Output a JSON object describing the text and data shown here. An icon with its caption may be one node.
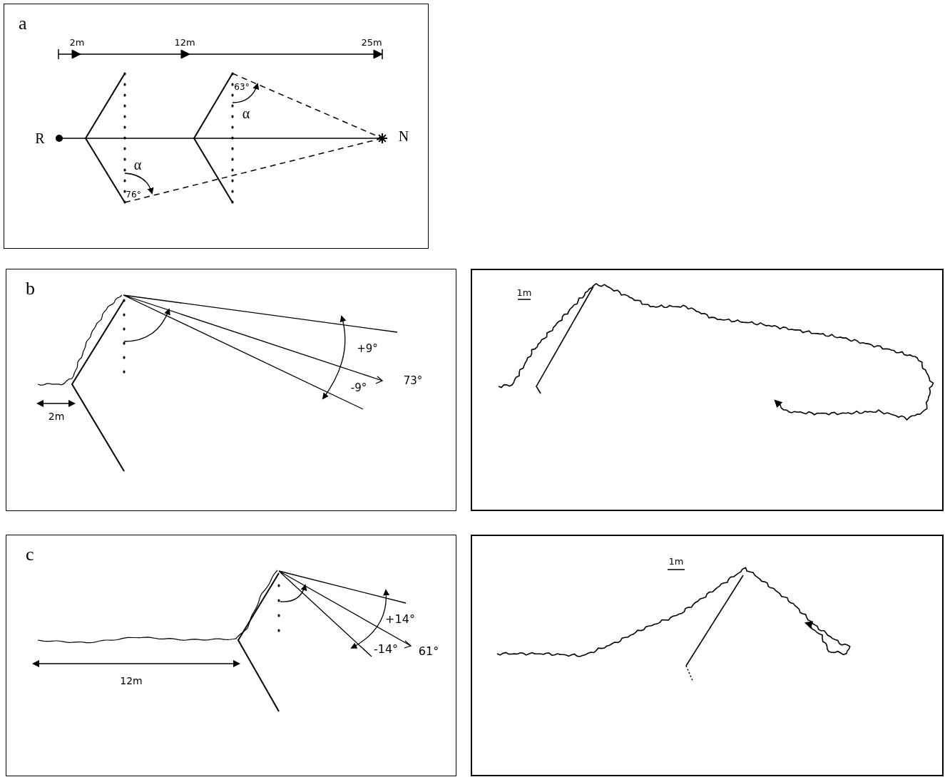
{
  "diagram": {
    "nodes": [
      {
        "text": [
          "a"
        ]
      },
      {
        "text": [
          "b"
        ]
      },
      {
        "text": [],
        "shape": "box"
      },
      {
        "text": [
          "c"
        ]
      },
      {
        "text": [],
        "shape": "box"
      }
    ],
    "labels": [
      "2m",
      "12m",
      "25m",
      "R",
      "N",
      "63°",
      "α",
      "α",
      "76°",
      "+9°",
      "73°",
      "-9°",
      "2m",
      "1m",
      "+14°",
      "-14°",
      "61°",
      "12m",
      "1m"
    ]
  }
}
